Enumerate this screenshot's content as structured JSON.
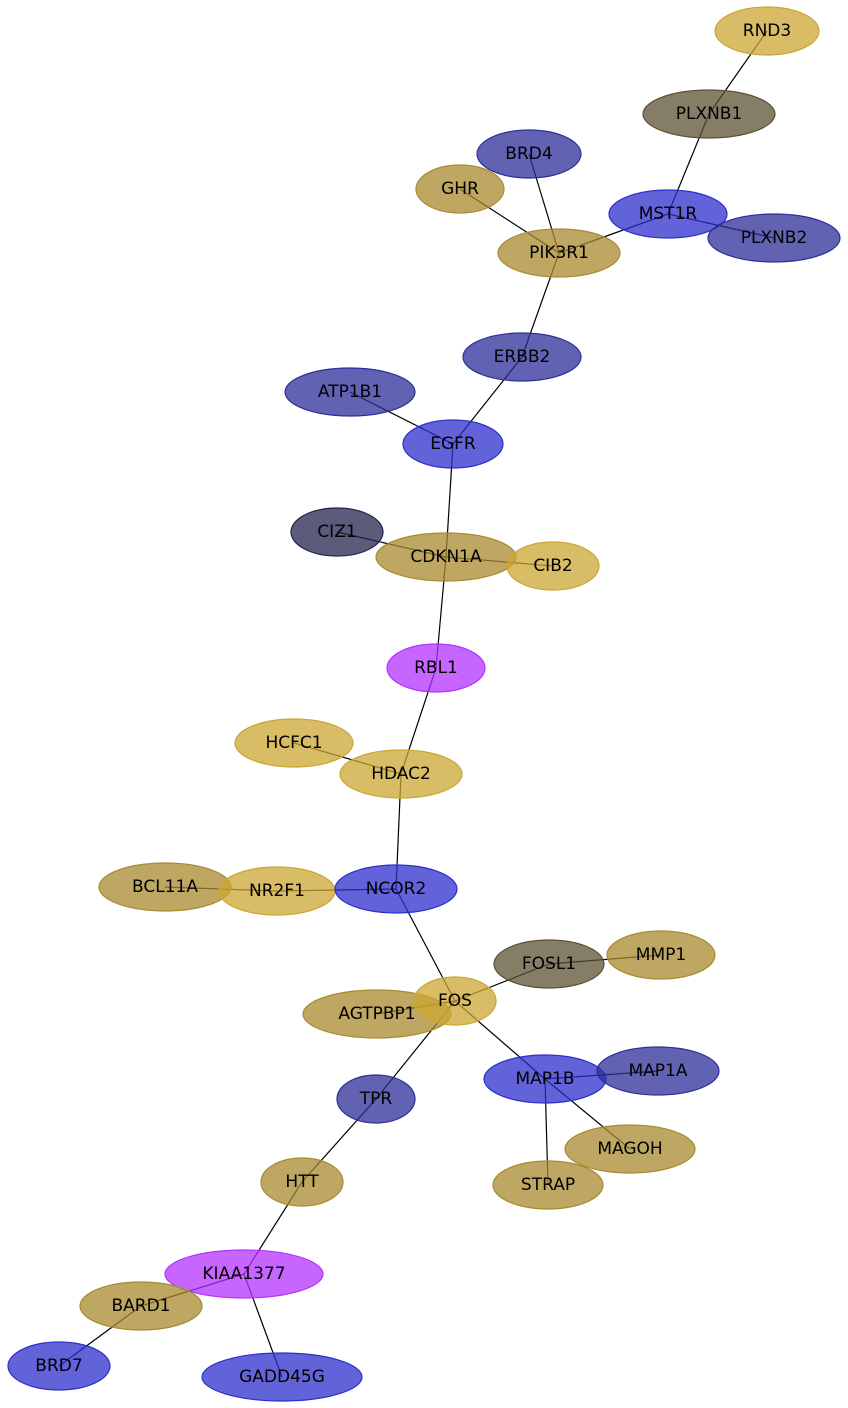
{
  "palette": {
    "gold": "#cca633",
    "olive": "#a88a2e",
    "dark-olive": "#5c5233",
    "blue": "#2e2ecc",
    "navy": "#2e2e99",
    "slate": "#24244d",
    "magenta": "#b333ff"
  },
  "nodes": [
    {
      "id": "RND3",
      "label": "RND3",
      "color": "gold"
    },
    {
      "id": "PLXNB1",
      "label": "PLXNB1",
      "color": "dark-olive"
    },
    {
      "id": "BRD4",
      "label": "BRD4",
      "color": "navy"
    },
    {
      "id": "GHR",
      "label": "GHR",
      "color": "olive"
    },
    {
      "id": "MST1R",
      "label": "MST1R",
      "color": "blue"
    },
    {
      "id": "PLXNB2",
      "label": "PLXNB2",
      "color": "navy"
    },
    {
      "id": "PIK3R1",
      "label": "PIK3R1",
      "color": "olive"
    },
    {
      "id": "ERBB2",
      "label": "ERBB2",
      "color": "navy"
    },
    {
      "id": "ATP1B1",
      "label": "ATP1B1",
      "color": "navy"
    },
    {
      "id": "EGFR",
      "label": "EGFR",
      "color": "blue"
    },
    {
      "id": "CIZ1",
      "label": "CIZ1",
      "color": "slate"
    },
    {
      "id": "CDKN1A",
      "label": "CDKN1A",
      "color": "olive"
    },
    {
      "id": "CIB2",
      "label": "CIB2",
      "color": "gold"
    },
    {
      "id": "RBL1",
      "label": "RBL1",
      "color": "magenta"
    },
    {
      "id": "HCFC1",
      "label": "HCFC1",
      "color": "gold"
    },
    {
      "id": "HDAC2",
      "label": "HDAC2",
      "color": "gold"
    },
    {
      "id": "BCL11A",
      "label": "BCL11A",
      "color": "olive"
    },
    {
      "id": "NR2F1",
      "label": "NR2F1",
      "color": "gold"
    },
    {
      "id": "NCOR2",
      "label": "NCOR2",
      "color": "blue"
    },
    {
      "id": "FOSL1",
      "label": "FOSL1",
      "color": "dark-olive"
    },
    {
      "id": "MMP1",
      "label": "MMP1",
      "color": "olive"
    },
    {
      "id": "AGTPBP1",
      "label": "AGTPBP1",
      "color": "olive"
    },
    {
      "id": "FOS",
      "label": "FOS",
      "color": "gold"
    },
    {
      "id": "MAP1B",
      "label": "MAP1B",
      "color": "blue"
    },
    {
      "id": "MAP1A",
      "label": "MAP1A",
      "color": "navy"
    },
    {
      "id": "TPR",
      "label": "TPR",
      "color": "navy"
    },
    {
      "id": "MAGOH",
      "label": "MAGOH",
      "color": "olive"
    },
    {
      "id": "STRAP",
      "label": "STRAP",
      "color": "olive"
    },
    {
      "id": "HTT",
      "label": "HTT",
      "color": "olive"
    },
    {
      "id": "KIAA1377",
      "label": "KIAA1377",
      "color": "magenta"
    },
    {
      "id": "BARD1",
      "label": "BARD1",
      "color": "olive"
    },
    {
      "id": "BRD7",
      "label": "BRD7",
      "color": "blue"
    },
    {
      "id": "GADD45G",
      "label": "GADD45G",
      "color": "blue"
    }
  ],
  "edges": [
    [
      "RND3",
      "PLXNB1"
    ],
    [
      "PLXNB1",
      "MST1R"
    ],
    [
      "MST1R",
      "PIK3R1"
    ],
    [
      "MST1R",
      "PLXNB2"
    ],
    [
      "BRD4",
      "PIK3R1"
    ],
    [
      "GHR",
      "PIK3R1"
    ],
    [
      "PIK3R1",
      "ERBB2"
    ],
    [
      "ERBB2",
      "EGFR"
    ],
    [
      "ATP1B1",
      "EGFR"
    ],
    [
      "EGFR",
      "CDKN1A"
    ],
    [
      "CIZ1",
      "CDKN1A"
    ],
    [
      "CDKN1A",
      "CIB2"
    ],
    [
      "CDKN1A",
      "RBL1"
    ],
    [
      "RBL1",
      "HDAC2"
    ],
    [
      "HCFC1",
      "HDAC2"
    ],
    [
      "HDAC2",
      "NCOR2"
    ],
    [
      "BCL11A",
      "NR2F1"
    ],
    [
      "NR2F1",
      "NCOR2"
    ],
    [
      "NCOR2",
      "FOS"
    ],
    [
      "FOS",
      "FOSL1"
    ],
    [
      "FOSL1",
      "MMP1"
    ],
    [
      "AGTPBP1",
      "FOS"
    ],
    [
      "FOS",
      "MAP1B"
    ],
    [
      "FOS",
      "TPR"
    ],
    [
      "MAP1B",
      "MAP1A"
    ],
    [
      "MAP1B",
      "MAGOH"
    ],
    [
      "MAP1B",
      "STRAP"
    ],
    [
      "TPR",
      "HTT"
    ],
    [
      "HTT",
      "KIAA1377"
    ],
    [
      "KIAA1377",
      "BARD1"
    ],
    [
      "KIAA1377",
      "GADD45G"
    ],
    [
      "BARD1",
      "BRD7"
    ]
  ]
}
